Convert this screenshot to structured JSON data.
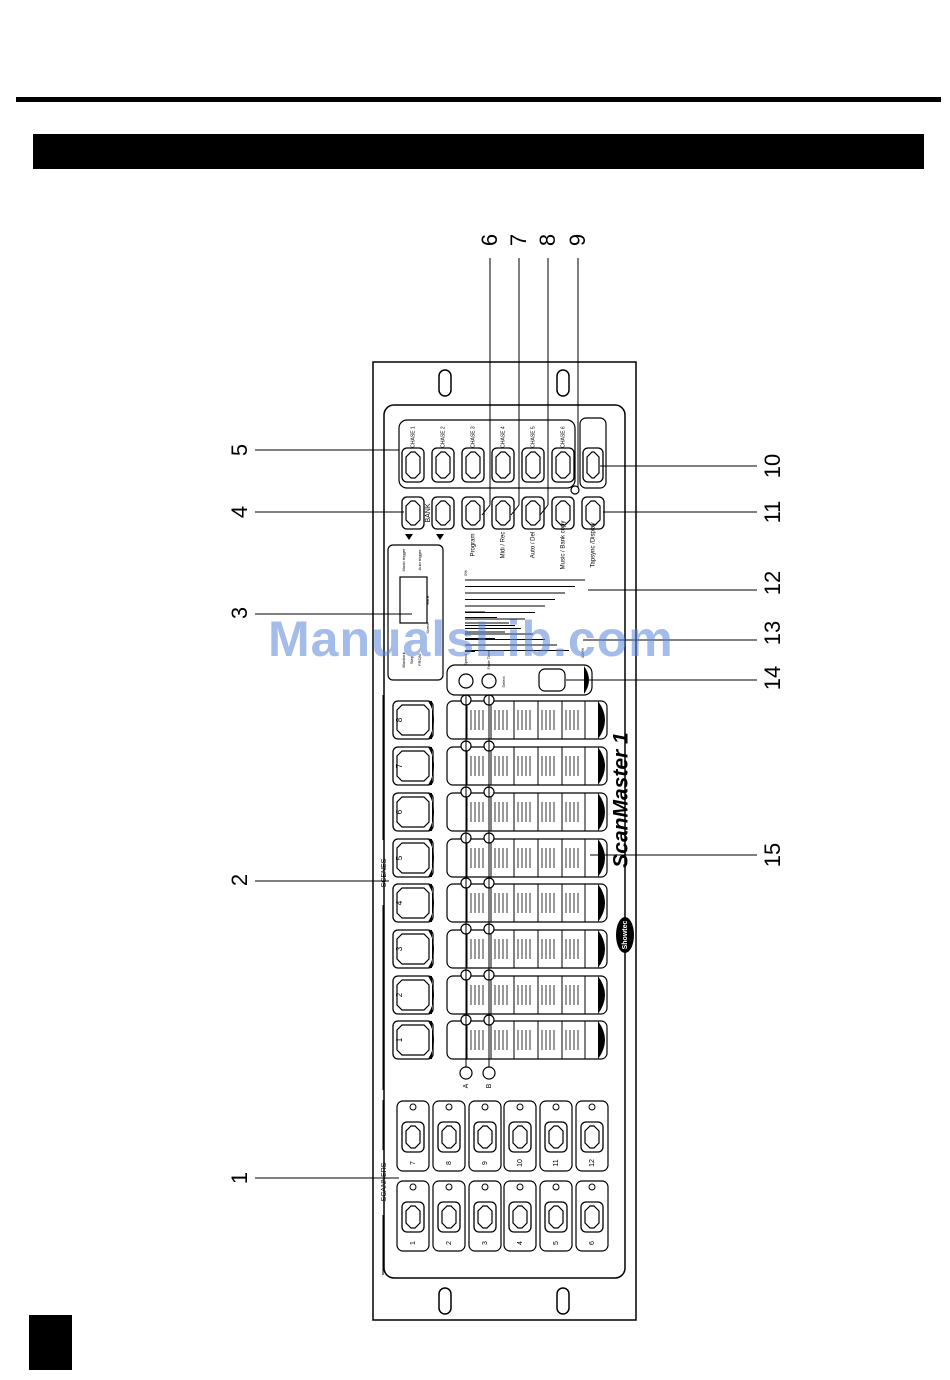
{
  "callouts": [
    "1",
    "2",
    "3",
    "4",
    "5",
    "6",
    "7",
    "8",
    "9",
    "10",
    "11",
    "12",
    "13",
    "14",
    "15"
  ],
  "panel": {
    "brand_logo": "Showtec",
    "model_name": "ScanMaster 1",
    "section_scenes": "SCENES",
    "section_scanners": "SCANNERS",
    "chase_labels": [
      "CHASE 1",
      "CHASE 2",
      "CHASE 3",
      "CHASE 4",
      "CHASE 5",
      "CHASE 6"
    ],
    "bank_label": "BANK",
    "function_labels": [
      "Program",
      "Midi / Rec",
      "Auto / Del",
      "Music / Bank copy",
      "Tapsync /Display"
    ],
    "display_labels": [
      "Music trigger",
      "Auto trigger",
      "Blackout",
      "Step",
      "FROM",
      "Scene",
      "Bank"
    ],
    "fader_scale_top": "0%",
    "fader_scale_bottom": "100%",
    "speed_label": "Speed",
    "fade_label": "Fade Time",
    "blackout_label": "Blackout",
    "select_label": "Select",
    "scene_numbers": [
      "1",
      "2",
      "3",
      "4",
      "5",
      "6",
      "7",
      "8"
    ],
    "page_labels": [
      "A",
      "B"
    ],
    "scanner_numbers_row1": [
      "7",
      "8",
      "9",
      "10",
      "11",
      "12"
    ],
    "scanner_numbers_row2": [
      "1",
      "2",
      "3",
      "4",
      "5",
      "6"
    ]
  },
  "watermark": "ManualsLib.com"
}
